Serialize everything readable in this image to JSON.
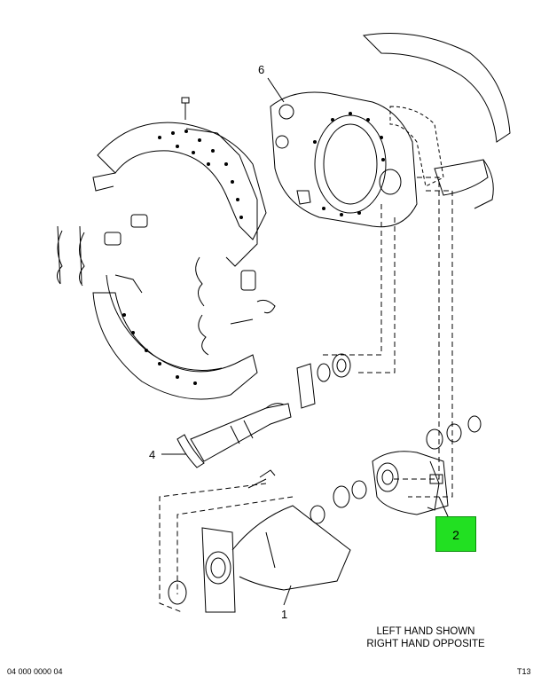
{
  "callouts": {
    "c6": "6",
    "c4": "4",
    "c2": "2",
    "c1": "1"
  },
  "note": {
    "line1": "LEFT HAND SHOWN",
    "line2": "RIGHT HAND OPPOSITE"
  },
  "footer": {
    "left": "04 000 0000 04",
    "right": "T13"
  },
  "colors": {
    "highlight": "#22e022",
    "line": "#000000"
  }
}
